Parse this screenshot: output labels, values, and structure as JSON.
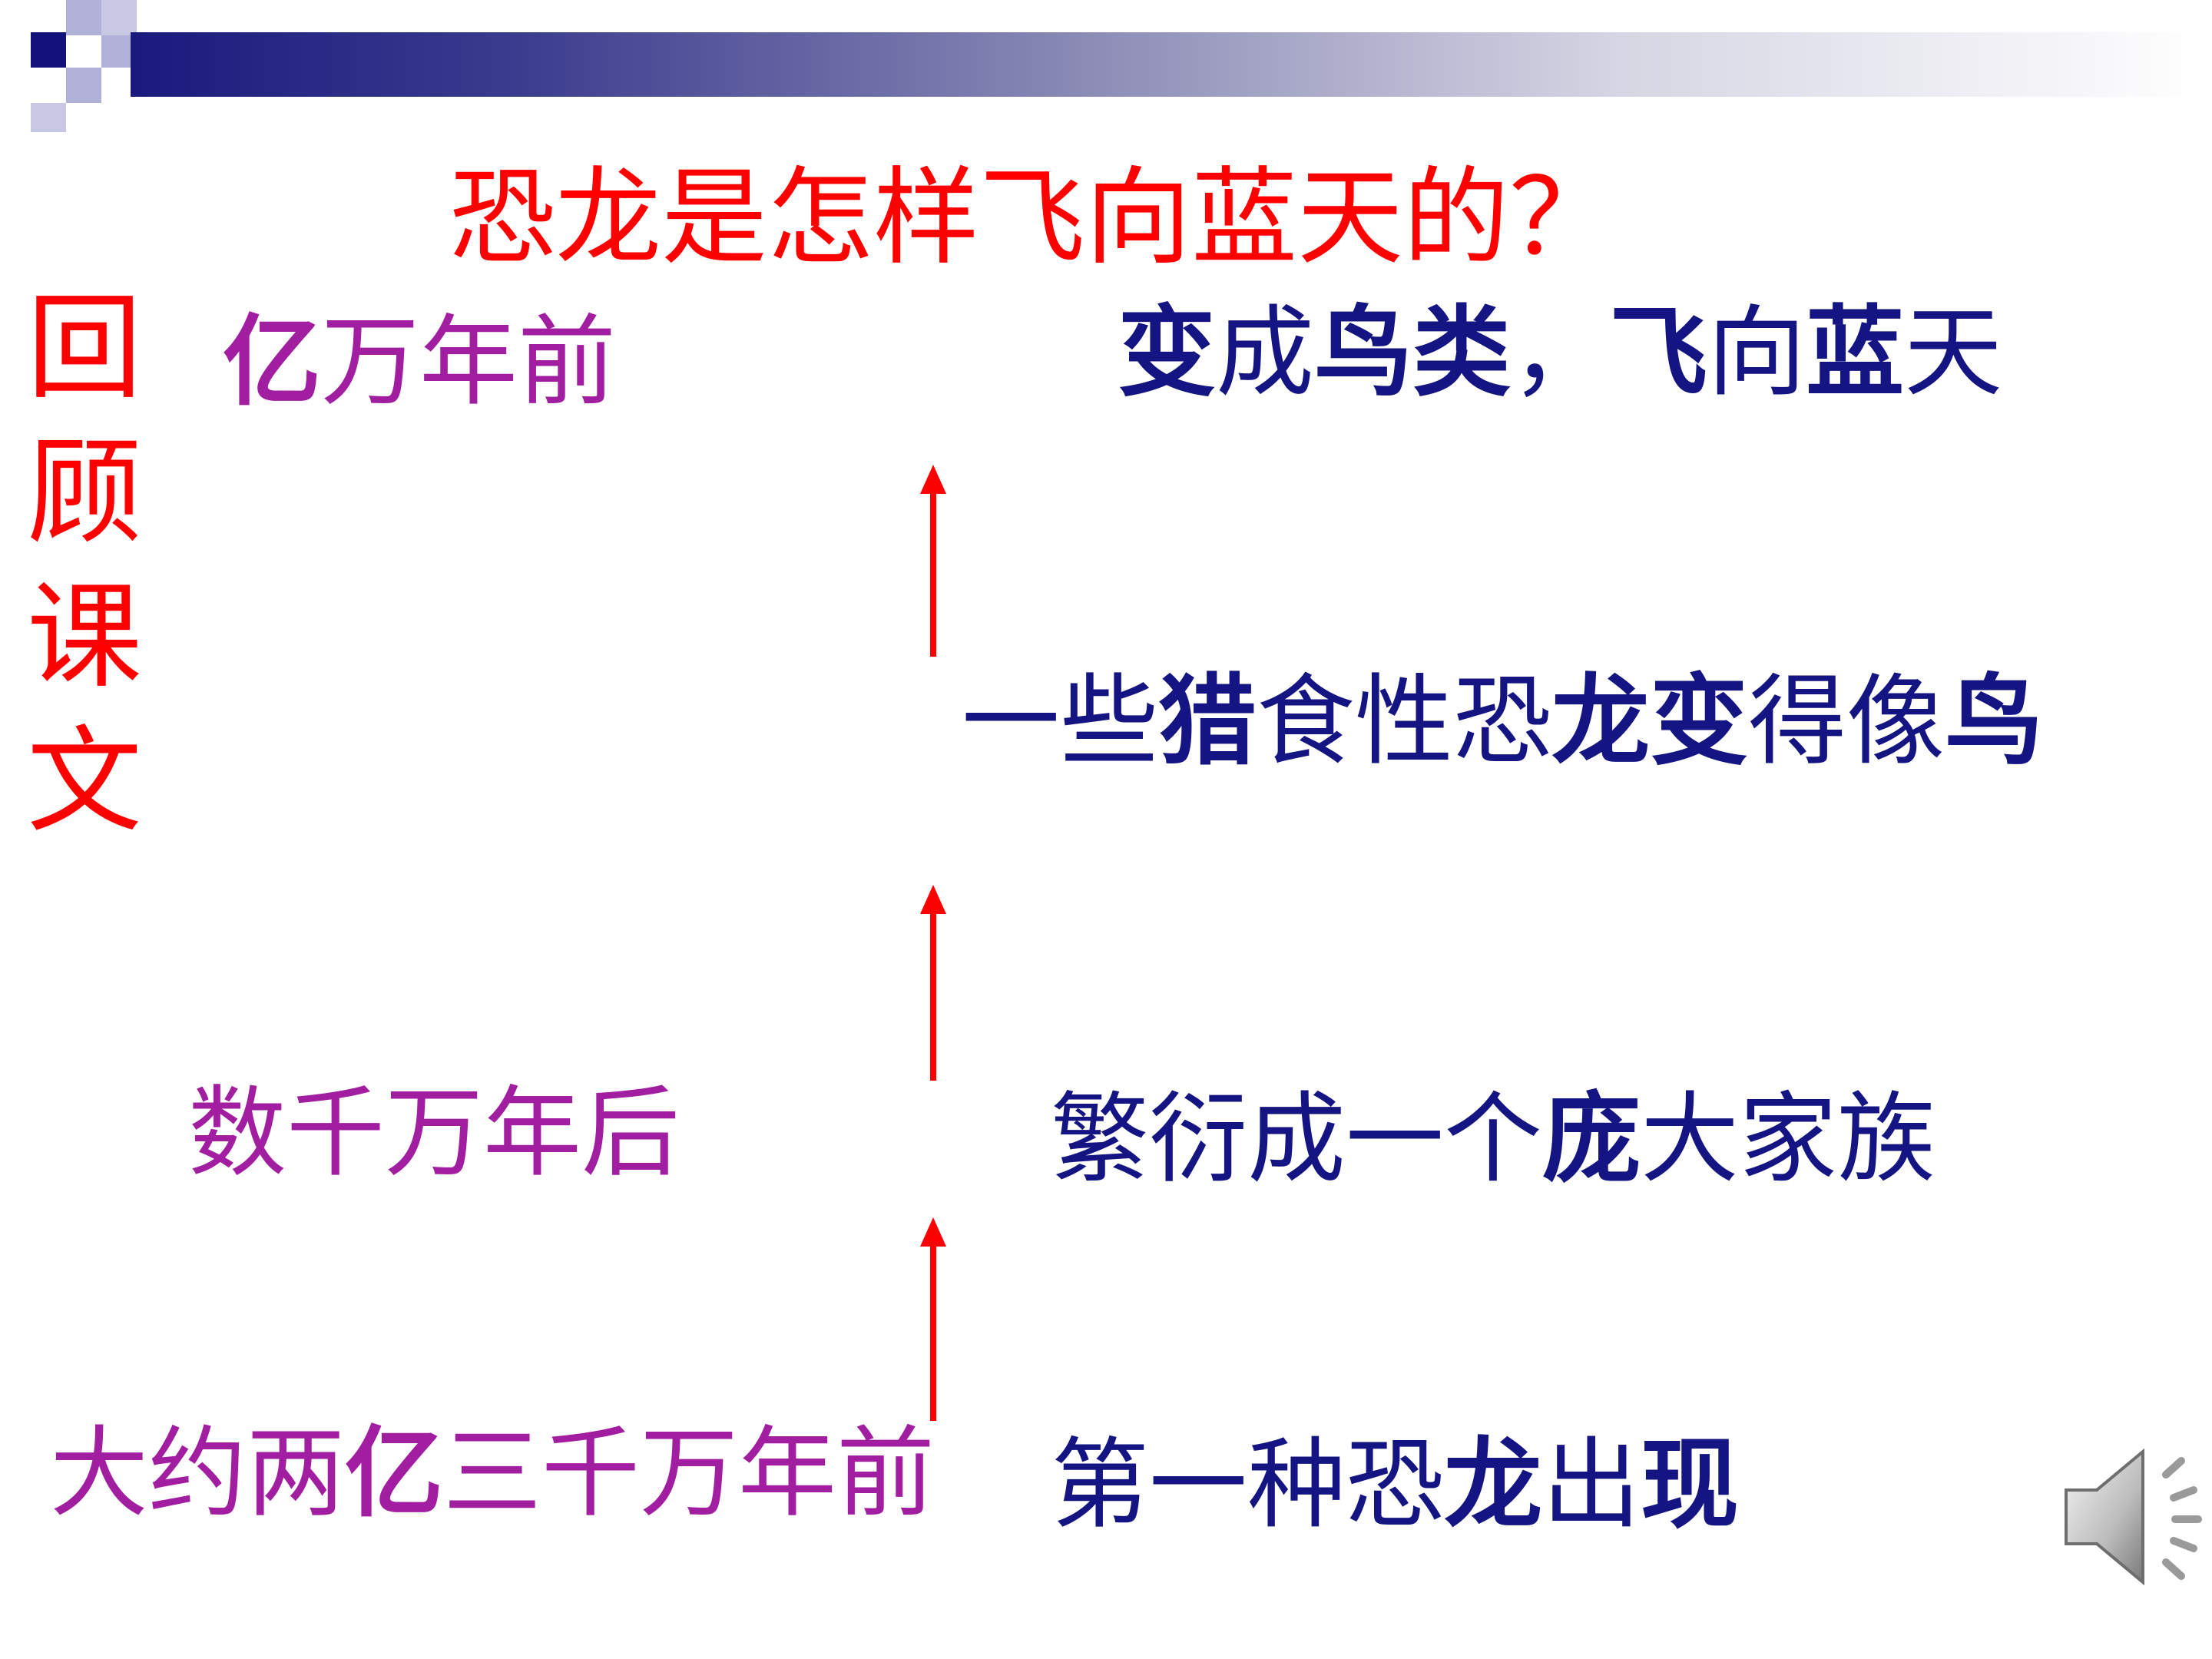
{
  "slide": {
    "title": "恐龙是怎样飞向蓝天的？",
    "side_title": [
      "回",
      "顾",
      "课",
      "文"
    ],
    "colors": {
      "title": "#ff0000",
      "time_labels": "#a21ea0",
      "events": "#141482",
      "arrows": "#ff0000",
      "header_bar": "#1a1a7e"
    },
    "timeline": [
      {
        "time": [
          {
            "t": "大约两",
            "b": false
          },
          {
            "t": "亿",
            "b": true
          },
          {
            "t": "三千万年前",
            "b": false
          }
        ],
        "event": [
          {
            "t": "第一种恐",
            "b": false
          },
          {
            "t": "龙",
            "b": true
          },
          {
            "t": "出",
            "b": false
          },
          {
            "t": "现",
            "b": true
          }
        ]
      },
      {
        "time": [
          {
            "t": "数千万年后",
            "b": false
          }
        ],
        "event": [
          {
            "t": "繁衍成一个",
            "b": false
          },
          {
            "t": "庞",
            "b": true
          },
          {
            "t": "大家族",
            "b": false
          }
        ]
      },
      {
        "time": [],
        "event": [
          {
            "t": "一些",
            "b": false
          },
          {
            "t": "猎",
            "b": true
          },
          {
            "t": "食性恐",
            "b": false
          },
          {
            "t": "龙变",
            "b": true
          },
          {
            "t": "得像",
            "b": false
          },
          {
            "t": "鸟",
            "b": true
          }
        ]
      },
      {
        "time": [
          {
            "t": "亿",
            "b": true
          },
          {
            "t": "万年前",
            "b": false
          }
        ],
        "event": [
          {
            "t": "变",
            "b": true
          },
          {
            "t": "成",
            "b": false
          },
          {
            "t": "鸟类",
            "b": true
          },
          {
            "t": "，",
            "b": false
          },
          {
            "t": "飞",
            "b": true
          },
          {
            "t": "向",
            "b": false
          },
          {
            "t": "蓝",
            "b": true
          },
          {
            "t": "天",
            "b": false
          }
        ]
      }
    ],
    "icons": {
      "speaker": "speaker-icon"
    }
  }
}
